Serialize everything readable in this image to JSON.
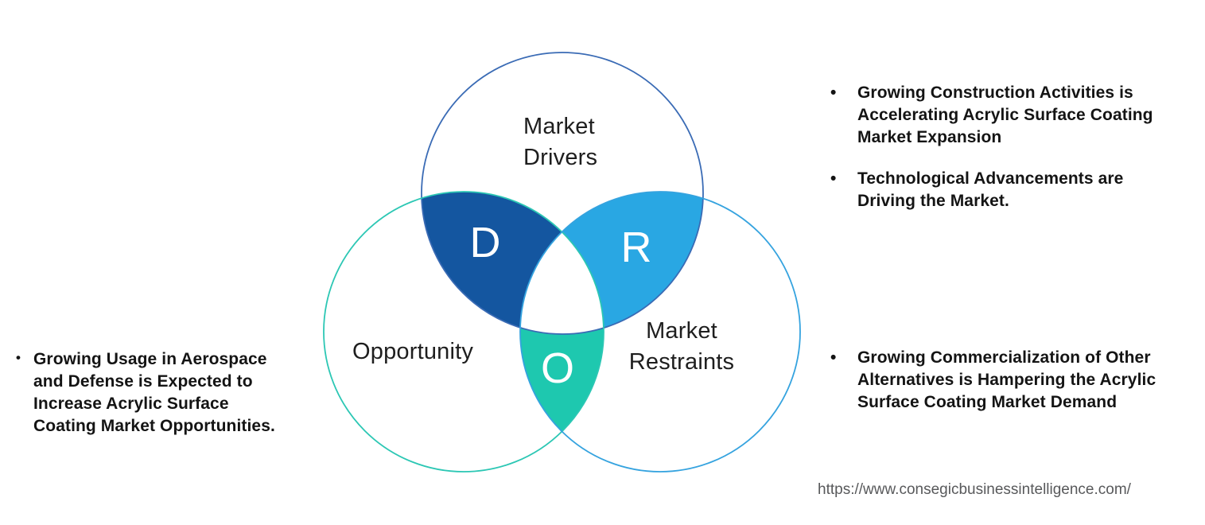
{
  "venn": {
    "labels": {
      "drivers": "Market\nDrivers",
      "opportunity": "Opportunity",
      "restraints": "Market\nRestraints"
    },
    "letters": {
      "drivers": "D",
      "restraints": "R",
      "opportunity": "O"
    },
    "colors": {
      "drivers_fill": "#1456A0",
      "drivers_stroke": "#3A6BB5",
      "restraints_fill": "#29A7E3",
      "restraints_stroke": "#35A3DF",
      "opportunity_fill": "#1EC8AF",
      "opportunity_stroke": "#2CC7B4"
    }
  },
  "ui": {
    "bullet_char": "•"
  },
  "notes": {
    "left": [
      "Growing Usage in Aerospace\nand Defense is Expected to\nIncrease Acrylic Surface\nCoating Market Opportunities."
    ],
    "right_top": [
      "Growing Construction Activities is\nAccelerating Acrylic Surface Coating\nMarket Expansion",
      "Technological Advancements are\nDriving the Market."
    ],
    "right_bottom": [
      "Growing Commercialization of Other\nAlternatives is Hampering the Acrylic\nSurface Coating Market Demand"
    ]
  },
  "footer": {
    "url": "https://www.consegicbusinessintelligence.com/"
  }
}
